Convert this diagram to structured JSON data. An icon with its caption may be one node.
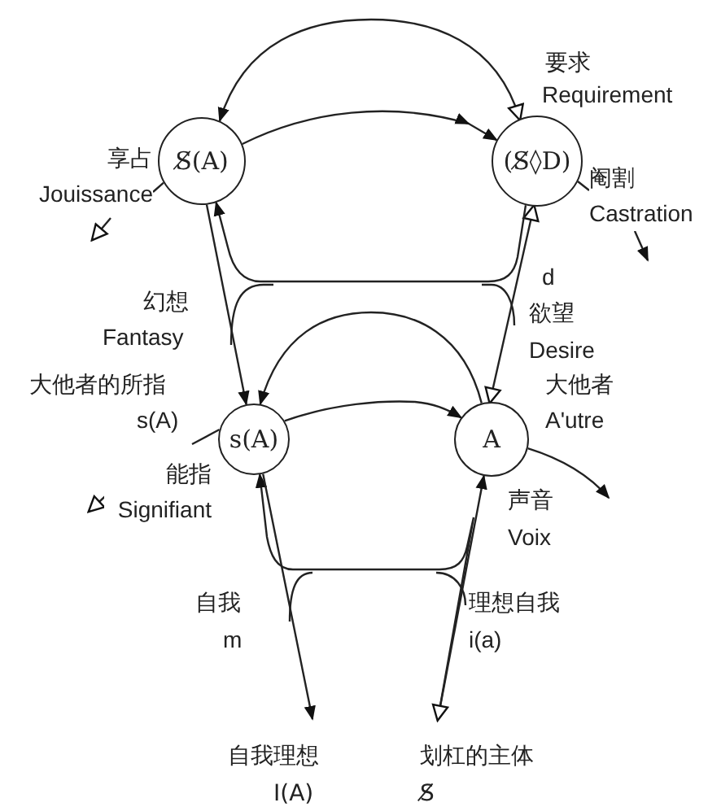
{
  "diagram": {
    "nodes": [
      {
        "text": [
          "S̸(A)"
        ]
      },
      {
        "text": [
          "(S̸◊D)"
        ]
      },
      {
        "text": [
          "s(A)"
        ]
      },
      {
        "text": [
          "A"
        ]
      },
      {
        "text": [
          "自我理想",
          "I(A)"
        ]
      },
      {
        "text": [
          "划杠的主体",
          "S̸"
        ]
      }
    ],
    "edges": [
      {
        "from": 1,
        "to": 0,
        "arrow": "both"
      },
      {
        "from": 0,
        "to": 1,
        "arrow": "to"
      },
      {
        "from": 0,
        "to": null,
        "arrow": "to",
        "label": "享占 Jouissance"
      },
      {
        "from": 1,
        "to": null,
        "arrow": "to",
        "label": "阉割 Castration"
      },
      {
        "from": 2,
        "to": null,
        "arrow": "to",
        "label": "能指 Signifiant"
      },
      {
        "from": 3,
        "to": null,
        "arrow": "to"
      },
      {
        "from": 0,
        "to": 2,
        "arrow": "to"
      },
      {
        "from": 3,
        "to": 1,
        "arrow": "both"
      },
      {
        "from": 3,
        "to": 2,
        "arrow": "to"
      },
      {
        "from": 2,
        "to": 3,
        "arrow": "to"
      },
      {
        "from": 1,
        "to": 0,
        "arrow": "to"
      },
      {
        "from": 5,
        "to": 2,
        "arrow": "to"
      },
      {
        "from": 2,
        "to": 4,
        "arrow": "to"
      },
      {
        "from": 5,
        "to": 3,
        "arrow": "both"
      }
    ],
    "labels": [
      "要求",
      "Requirement",
      "幻想",
      "Fantasy",
      "d",
      "欲望",
      "Desire",
      "大他者的所指",
      "s(A)",
      "大他者",
      "A'utre",
      "声音",
      "Voix",
      "自我",
      "m",
      "理想自我",
      "i(a)"
    ]
  }
}
